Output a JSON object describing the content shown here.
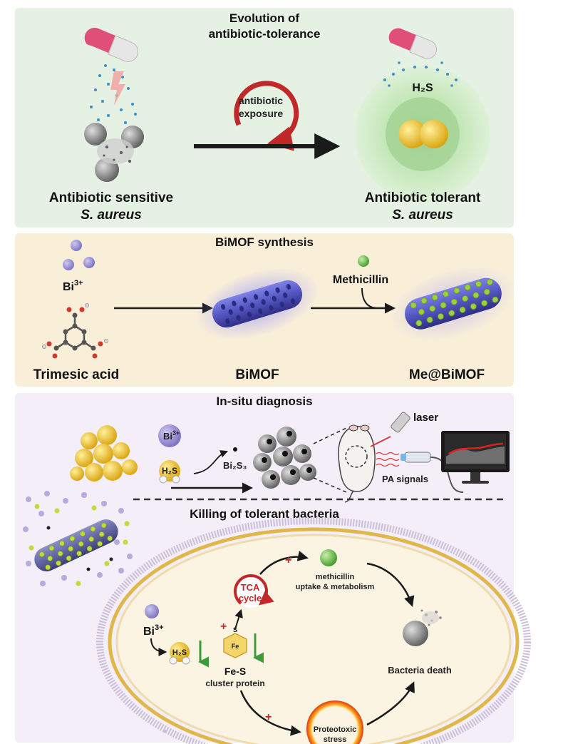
{
  "panel1": {
    "title_line1": "Evolution of",
    "title_line2": "antibiotic-tolerance",
    "cycle_line1": "antibiotic",
    "cycle_line2": "exposure",
    "h2s_label": "H₂S",
    "left_label": "Antibiotic sensitive",
    "left_species": "S. aureus",
    "right_label": "Antibiotic tolerant",
    "right_species": "S. aureus"
  },
  "panel2": {
    "title": "BiMOF synthesis",
    "bi_label": "Bi",
    "bi_charge": "3+",
    "acid_label": "Trimesic acid",
    "bimof_label": "BiMOF",
    "methicillin_label": "Methicillin",
    "me_label": "Me@BiMOF"
  },
  "panel3": {
    "diag_title": "In-situ diagnosis",
    "bi_ion": "Bi",
    "bi_charge": "3+",
    "h2s": "H₂S",
    "bi2s3": "Bi₂S₃",
    "laser": "laser",
    "pa_signals": "PA signals",
    "kill_title": "Killing of tolerant bacteria",
    "tca_line1": "TCA",
    "tca_line2": "cycle",
    "plus": "+",
    "methicillin_line1": "methicillin",
    "methicillin_line2": "uptake & metabolism",
    "bi_ion2": "Bi",
    "bi_charge2": "3+",
    "h2s2": "H₂S",
    "fes_line1": "Fe-S",
    "fes_line2": "cluster protein",
    "fe_atom": "Fe",
    "s_atom": "S",
    "death": "Bacteria death",
    "stress_line1": "Proteotoxic",
    "stress_line2": "stress"
  },
  "colors": {
    "panel1_bg": "#e4f1e3",
    "panel2_bg": "#f9efd9",
    "panel3_bg": "#f3eef7",
    "bi_purple": "#9a8fd0",
    "mof_blue": "#4e50b0",
    "yellow_bacteria": "#f0c020",
    "methicillin_green": "#70c24a",
    "red_arrow": "#c0282a"
  }
}
